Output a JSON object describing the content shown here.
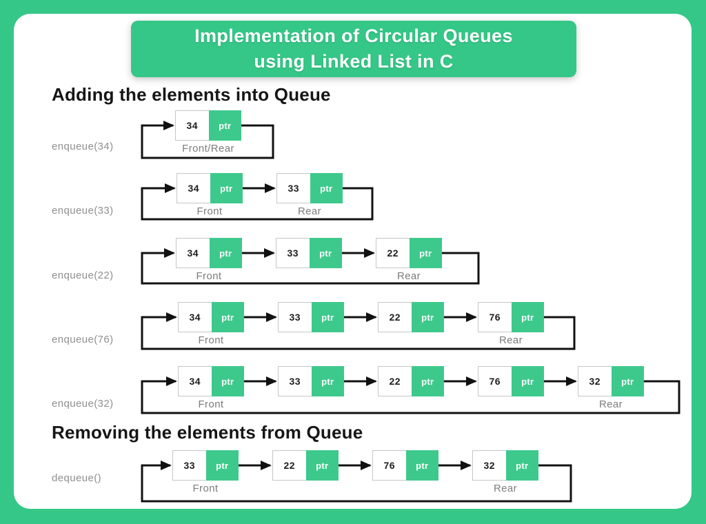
{
  "title": {
    "line1": "Implementation of Circular Queues",
    "line2": "using Linked List in C"
  },
  "sections": [
    {
      "heading": "Adding the elements into Queue"
    },
    {
      "heading": "Removing the elements from Queue"
    }
  ],
  "node": {
    "ptr_label": "ptr"
  },
  "colors": {
    "frame_green": "#35C787",
    "node_green": "#3EC98C",
    "line_black": "#111111",
    "op_label_gray": "#8F8F8F",
    "position_label_gray": "#7C7C7C"
  },
  "rows": [
    {
      "op": "enqueue(34)",
      "nodes": [
        "34"
      ],
      "front": "Front/Rear",
      "rear": null
    },
    {
      "op": "enqueue(33)",
      "nodes": [
        "34",
        "33"
      ],
      "front": "Front",
      "rear": "Rear"
    },
    {
      "op": "enqueue(22)",
      "nodes": [
        "34",
        "33",
        "22"
      ],
      "front": "Front",
      "rear": "Rear"
    },
    {
      "op": "enqueue(76)",
      "nodes": [
        "34",
        "33",
        "22",
        "76"
      ],
      "front": "Front",
      "rear": "Rear"
    },
    {
      "op": "enqueue(32)",
      "nodes": [
        "34",
        "33",
        "22",
        "76",
        "32"
      ],
      "front": "Front",
      "rear": "Rear"
    },
    {
      "op": "dequeue()",
      "nodes": [
        "33",
        "22",
        "76",
        "32"
      ],
      "front": "Front",
      "rear": "Rear"
    }
  ]
}
